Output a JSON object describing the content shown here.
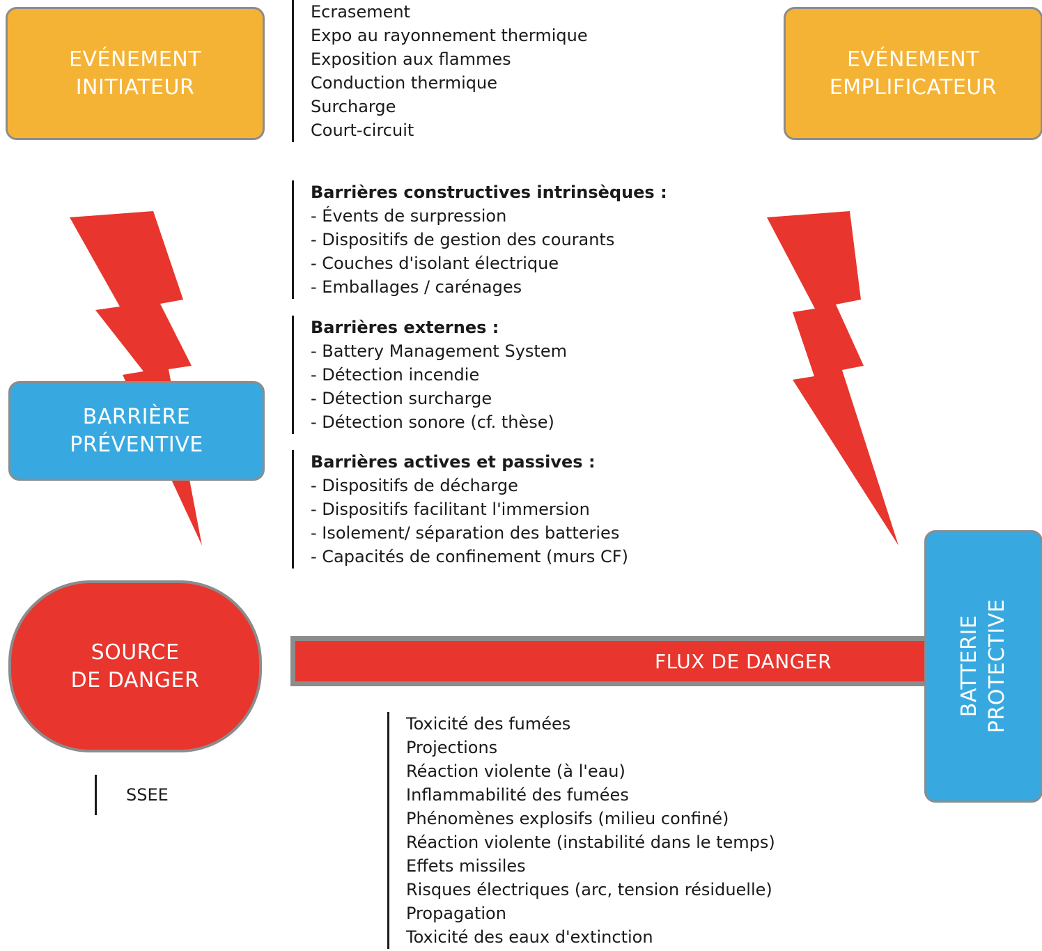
{
  "boxes": {
    "initiateur": {
      "line1": "EVÉNEMENT",
      "line2": "INITIATEUR"
    },
    "amplificateur": {
      "line1": "EVÉNEMENT",
      "line2": "EMPLIFICATEUR"
    },
    "barriere": {
      "line1": "BARRIÈRE",
      "line2": "PRÉVENTIVE"
    },
    "source": {
      "line1": "SOURCE",
      "line2": "DE DANGER"
    },
    "batterie": {
      "line1": "BATTERIE",
      "line2": "PROTECTIVE"
    }
  },
  "flux_label": "FLUX DE DANGER",
  "initiating_events": [
    "Ecrasement",
    "Expo au rayonnement thermique",
    "Exposition aux flammes",
    "Conduction thermique",
    "Surcharge",
    "Court-circuit"
  ],
  "barrier_groups": [
    {
      "title": "Barrières constructives intrinsèques :",
      "items": [
        "- Évents de surpression",
        "- Dispositifs de gestion des courants",
        "- Couches d'isolant électrique",
        "- Emballages / carénages"
      ]
    },
    {
      "title": "Barrières externes :",
      "items": [
        "- Battery Management System",
        "- Détection incendie",
        "- Détection surcharge",
        "- Détection sonore (cf. thèse)"
      ]
    },
    {
      "title": "Barrières actives et passives :",
      "items": [
        "- Dispositifs de décharge",
        "- Dispositifs facilitant l'immersion",
        "- Isolement/ séparation des batteries",
        "- Capacités de confinement (murs CF)"
      ]
    }
  ],
  "source_label": "SSEE",
  "consequences": [
    "Toxicité des fumées",
    "Projections",
    "Réaction violente (à l'eau)",
    "Inflammabilité des fumées",
    "Phénomènes explosifs (milieu confiné)",
    "Réaction violente (instabilité dans le temps)",
    "Effets missiles",
    "Risques électriques (arc, tension résiduelle)",
    "Propagation",
    "Toxicité des eaux d'extinction"
  ],
  "colors": {
    "orange": "#f5b335",
    "blue": "#37a9e0",
    "red": "#e8352d",
    "border": "#8c8c8c"
  }
}
